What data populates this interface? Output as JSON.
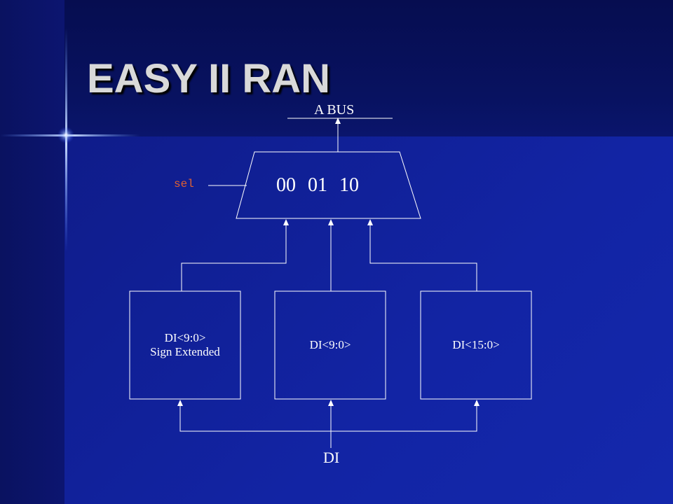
{
  "slide": {
    "title": "EASY II RAN"
  },
  "diagram": {
    "bus_label": "A BUS",
    "select_label": "sel",
    "mux_codes": "00   01   10",
    "boxes": [
      {
        "line1": "DI<9:0>",
        "line2": "Sign Extended"
      },
      {
        "line1": "DI<9:0>",
        "line2": ""
      },
      {
        "line1": "DI<15:0>",
        "line2": ""
      }
    ],
    "input_label": "DI"
  },
  "colors": {
    "background": "#0c1678",
    "title": "#d9d9d9",
    "select_label": "#e06030",
    "lines": "#ffffff"
  }
}
